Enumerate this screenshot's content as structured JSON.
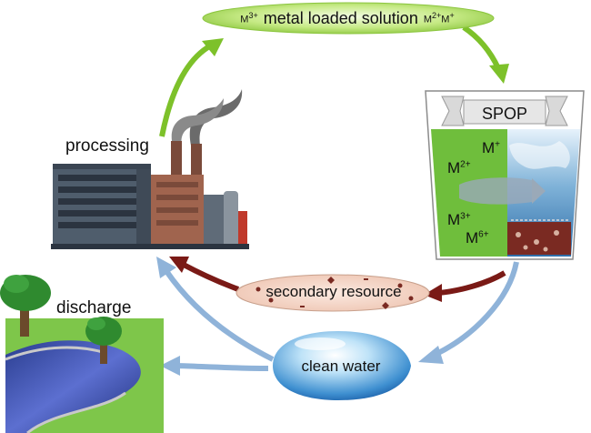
{
  "top_node": {
    "ion_left": "M",
    "ion_left_charge": "3+",
    "label": "metal loaded solution",
    "ion_right_1": "M",
    "ion_right_1_charge": "2+",
    "ion_right_2": "M",
    "ion_right_2_charge": "+"
  },
  "processing": {
    "label": "processing"
  },
  "spop": {
    "label": "SPOP",
    "ions": [
      {
        "symbol": "M",
        "charge": "+"
      },
      {
        "symbol": "M",
        "charge": "2+"
      },
      {
        "symbol": "M",
        "charge": "3+"
      },
      {
        "symbol": "M",
        "charge": "6+"
      }
    ]
  },
  "secondary": {
    "label": "secondary resource"
  },
  "clean_water": {
    "label": "clean water"
  },
  "discharge": {
    "label": "discharge"
  },
  "colors": {
    "green_arrow": "#7dc12a",
    "blue_arrow": "#8fb3d9",
    "red_arrow": "#7a1a16",
    "pill_green": "#b7e36b",
    "spop_green": "#6fbe3c",
    "secondary_fill": "#f5d6c8"
  }
}
